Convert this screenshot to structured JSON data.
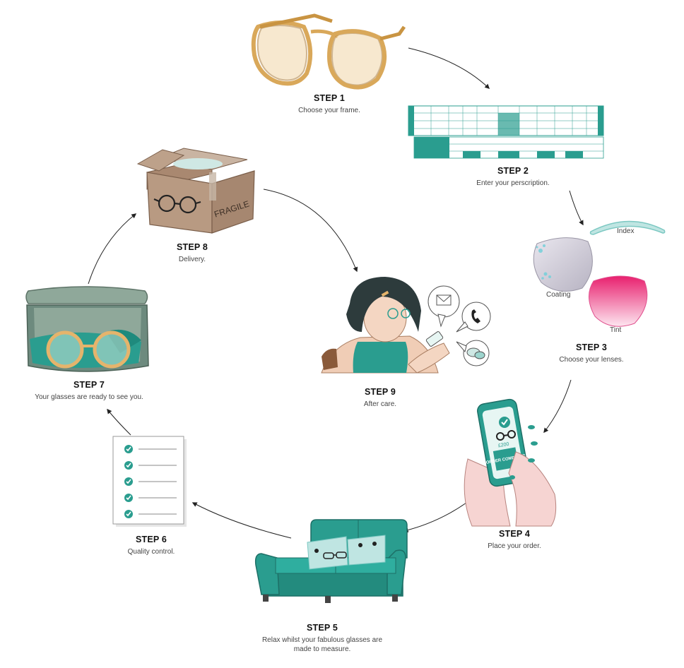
{
  "steps": [
    {
      "title": "STEP 1",
      "desc": "Choose your frame."
    },
    {
      "title": "STEP 2",
      "desc": "Enter your perscription."
    },
    {
      "title": "STEP 3",
      "desc": "Choose your lenses."
    },
    {
      "title": "STEP 4",
      "desc": "Place your order."
    },
    {
      "title": "STEP 5",
      "desc": "Relax whilst your fabulous glasses are made to measure."
    },
    {
      "title": "STEP 6",
      "desc": "Quality control."
    },
    {
      "title": "STEP 7",
      "desc": "Your glasses are ready to see you."
    },
    {
      "title": "STEP 8",
      "desc": "Delivery."
    },
    {
      "title": "STEP 9",
      "desc": "After care."
    }
  ],
  "lens_options": {
    "index": "Index",
    "coating": "Coating",
    "tint": "Tint"
  },
  "box_text": "FRAGILE",
  "phone": {
    "price": "£200",
    "order_text": "ORDER COMPLETE"
  },
  "colors": {
    "teal": "#2a9d8f",
    "frame_gold": "#d9a85a",
    "box": "#b89a82",
    "pink": "#f06aa8",
    "case": "#8fa89a"
  }
}
